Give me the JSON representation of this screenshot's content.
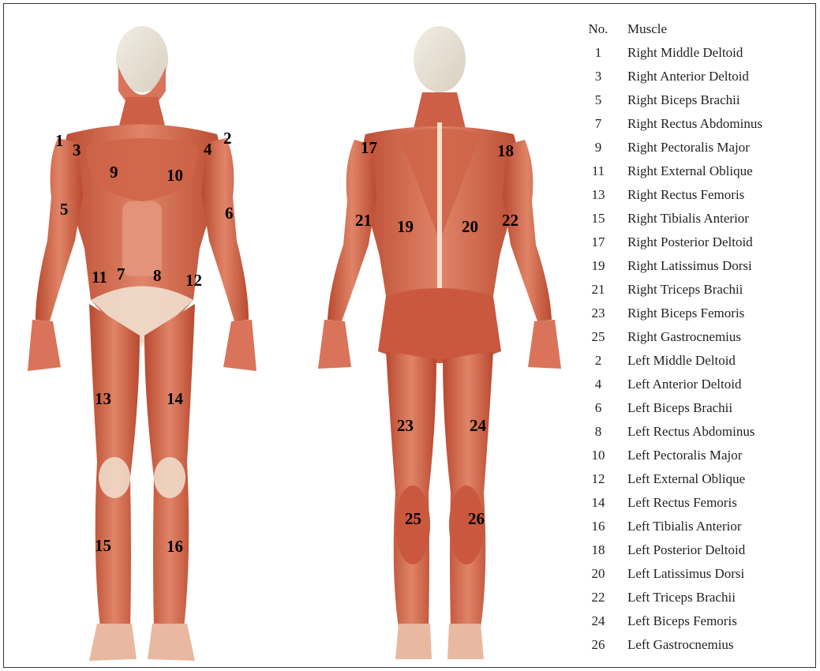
{
  "figure": {
    "markers": [
      "1",
      "3",
      "9",
      "10",
      "4",
      "2",
      "5",
      "6",
      "11",
      "7",
      "8",
      "12",
      "13",
      "14",
      "15",
      "16",
      "17",
      "18",
      "21",
      "19",
      "20",
      "22",
      "23",
      "24",
      "25",
      "26"
    ]
  },
  "legend": {
    "header_no": "No.",
    "header_muscle": "Muscle",
    "rows": [
      {
        "no": "1",
        "muscle": "Right Middle Deltoid"
      },
      {
        "no": "3",
        "muscle": "Right Anterior Deltoid"
      },
      {
        "no": "5",
        "muscle": "Right Biceps Brachii"
      },
      {
        "no": "7",
        "muscle": "Right Rectus Abdominus"
      },
      {
        "no": "9",
        "muscle": "Right Pectoralis Major"
      },
      {
        "no": "11",
        "muscle": "Right External Oblique"
      },
      {
        "no": "13",
        "muscle": "Right Rectus Femoris"
      },
      {
        "no": "15",
        "muscle": "Right Tibialis Anterior"
      },
      {
        "no": "17",
        "muscle": "Right Posterior Deltoid"
      },
      {
        "no": "19",
        "muscle": "Right Latissimus Dorsi"
      },
      {
        "no": "21",
        "muscle": "Right Triceps Brachii"
      },
      {
        "no": "23",
        "muscle": "Right Biceps Femoris"
      },
      {
        "no": "25",
        "muscle": "Right Gastrocnemius"
      },
      {
        "no": "2",
        "muscle": "Left Middle Deltoid"
      },
      {
        "no": "4",
        "muscle": "Left Anterior Deltoid"
      },
      {
        "no": "6",
        "muscle": "Left Biceps Brachii"
      },
      {
        "no": "8",
        "muscle": "Left Rectus Abdominus"
      },
      {
        "no": "10",
        "muscle": "Left Pectoralis Major"
      },
      {
        "no": "12",
        "muscle": "Left External Oblique"
      },
      {
        "no": "14",
        "muscle": "Left Rectus Femoris"
      },
      {
        "no": "16",
        "muscle": "Left Tibialis Anterior"
      },
      {
        "no": "18",
        "muscle": "Left Posterior Deltoid"
      },
      {
        "no": "20",
        "muscle": "Left Latissimus Dorsi"
      },
      {
        "no": "22",
        "muscle": "Left Triceps Brachii"
      },
      {
        "no": "24",
        "muscle": "Left Biceps Femoris"
      },
      {
        "no": "26",
        "muscle": "Left Gastrocnemius"
      }
    ]
  },
  "colors": {
    "muscle_light": "#e08468",
    "muscle_mid": "#c9583f",
    "muscle_dark": "#a8402c",
    "tendon": "#f1e0cf",
    "head": "#ece6da"
  }
}
